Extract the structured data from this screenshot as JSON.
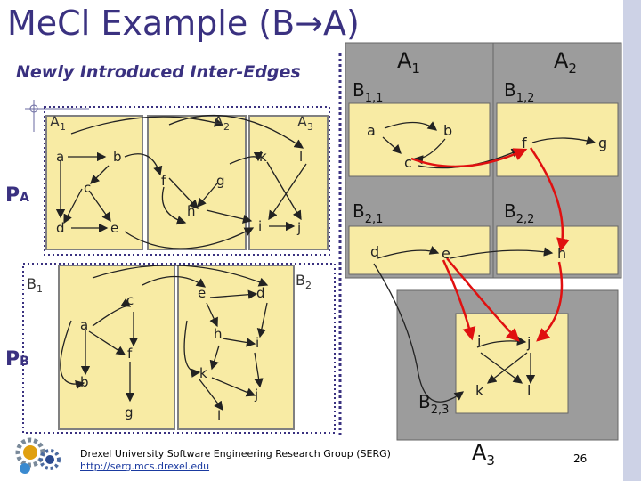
{
  "title": "MeCl Example (B→A)",
  "subtitle": "Newly Introduced Inter-Edges",
  "footer": {
    "line1": "Drexel University Software Engineering Research Group (SERG)",
    "link_prefix": "http://",
    "link_rest": "serg.mcs.drexel.edu"
  },
  "page_number": "26",
  "colors": {
    "title": "#3a3180",
    "box_fill": "#f8eba4",
    "box_border": "#808080",
    "dotted": "#3a3180",
    "cluster_gray": "#9c9c9c",
    "inter_edge": "#e01010"
  },
  "icons": [
    "gear-logo-icon"
  ],
  "left_top": {
    "partition_label": "P",
    "partition_sub": "A",
    "clusters": [
      {
        "name": "A",
        "sub": "1"
      },
      {
        "name": "A",
        "sub": "2"
      },
      {
        "name": "A",
        "sub": "3"
      }
    ],
    "nodes": [
      "a",
      "b",
      "c",
      "d",
      "e",
      "f",
      "g",
      "h",
      "k",
      "l",
      "i",
      "j"
    ]
  },
  "left_bottom": {
    "partition_label": "P",
    "partition_sub": "B",
    "clusters": [
      {
        "name": "B",
        "sub": "1"
      },
      {
        "name": "B",
        "sub": "2"
      }
    ],
    "nodes": [
      "a",
      "b",
      "c",
      "e",
      "d",
      "h",
      "f",
      "i",
      "k",
      "g",
      "l",
      "j"
    ]
  },
  "right": {
    "top_clusters": [
      {
        "name": "A",
        "sub": "1"
      },
      {
        "name": "A",
        "sub": "2"
      },
      {
        "name": "A",
        "sub": "3"
      }
    ],
    "sub_clusters": [
      {
        "name": "B",
        "sub": "1,1"
      },
      {
        "name": "B",
        "sub": "1,2"
      },
      {
        "name": "B",
        "sub": "2,1"
      },
      {
        "name": "B",
        "sub": "2,2"
      },
      {
        "name": "B",
        "sub": "2,3"
      }
    ],
    "nodes": [
      "a",
      "b",
      "c",
      "f",
      "g",
      "d",
      "e",
      "h",
      "i",
      "j",
      "k",
      "l"
    ]
  }
}
